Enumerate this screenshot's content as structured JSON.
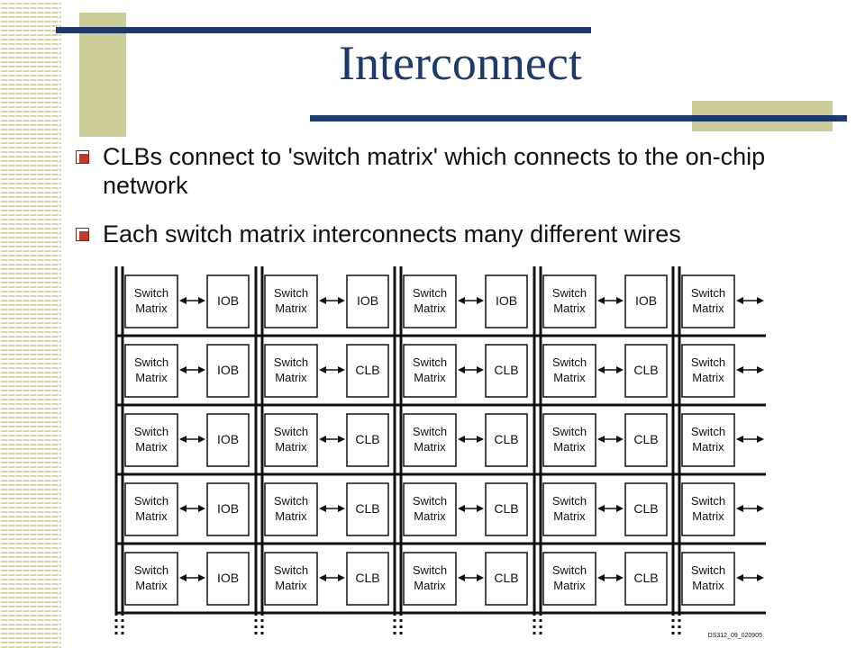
{
  "slide": {
    "title": "Interconnect",
    "bullets": [
      "CLBs connect to 'switch matrix' which connects to the on-chip network",
      "Each switch matrix interconnects many different wires"
    ]
  },
  "diagram": {
    "switch_label": [
      "Switch",
      "Matrix"
    ],
    "rows": [
      [
        "IOB",
        "IOB",
        "IOB",
        "IOB"
      ],
      [
        "IOB",
        "CLB",
        "CLB",
        "CLB"
      ],
      [
        "IOB",
        "CLB",
        "CLB",
        "CLB"
      ],
      [
        "IOB",
        "CLB",
        "CLB",
        "CLB"
      ],
      [
        "IOB",
        "CLB",
        "CLB",
        "CLB"
      ]
    ],
    "figure_id": "DS312_09_020905"
  },
  "colors": {
    "title": "#1f3a6a",
    "accent": "#cccc99",
    "bullet": "#c0392b"
  }
}
